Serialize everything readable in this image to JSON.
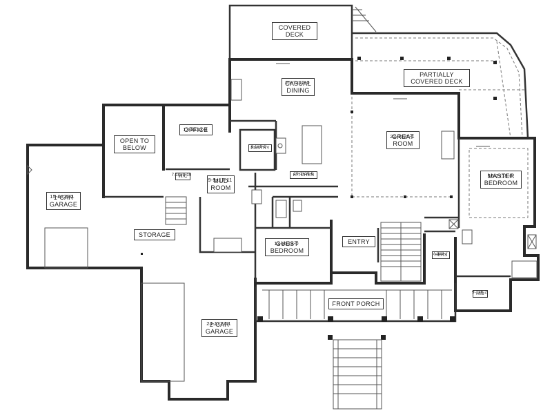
{
  "rooms": {
    "covered_deck": {
      "label": "COVERED DECK",
      "dim": ""
    },
    "casual_dining": {
      "label": "CASUAL DINING",
      "dim": "25-7x12-0"
    },
    "partially_covered_deck": {
      "label": "PARTIALLY COVERED DECK",
      "dim": ""
    },
    "office": {
      "label": "OFFICE",
      "dim": "13-8x13-3"
    },
    "open_to_below": {
      "label": "OPEN TO BELOW",
      "dim": ""
    },
    "pantry": {
      "label": "PANTRY",
      "dim": "6-5x8-0"
    },
    "great_room": {
      "label": "GREAT ROOM",
      "dim": "22-1x20-1"
    },
    "wic": {
      "label": "W/C",
      "dim": "7-10x9-10"
    },
    "mud_room": {
      "label": "MUD ROOM",
      "dim": "9-9x17-11"
    },
    "kitchen": {
      "label": "KITCHEN",
      "dim": "16-1x16-6"
    },
    "master_bedroom": {
      "label": "MASTER BEDROOM",
      "dim": "16-2x18-0"
    },
    "garage_1car": {
      "label": "1-CAR GARAGE",
      "dim": "15-6x26-1"
    },
    "storage": {
      "label": "STORAGE",
      "dim": ""
    },
    "guest_bedroom": {
      "label": "GUEST BEDROOM",
      "dim": "13-8x13-0"
    },
    "entry": {
      "label": "ENTRY",
      "dim": ""
    },
    "hers": {
      "label": "HERS",
      "dim": "7-0x9-7"
    },
    "his": {
      "label": "HIS",
      "dim": "9-1x6-2"
    },
    "front_porch": {
      "label": "FRONT PORCH",
      "dim": ""
    },
    "garage_2car": {
      "label": "2-CAR GARAGE",
      "dim": "24-1x27-1"
    }
  },
  "colors": {
    "wall": "#2a2a2a",
    "background": "#ffffff"
  }
}
